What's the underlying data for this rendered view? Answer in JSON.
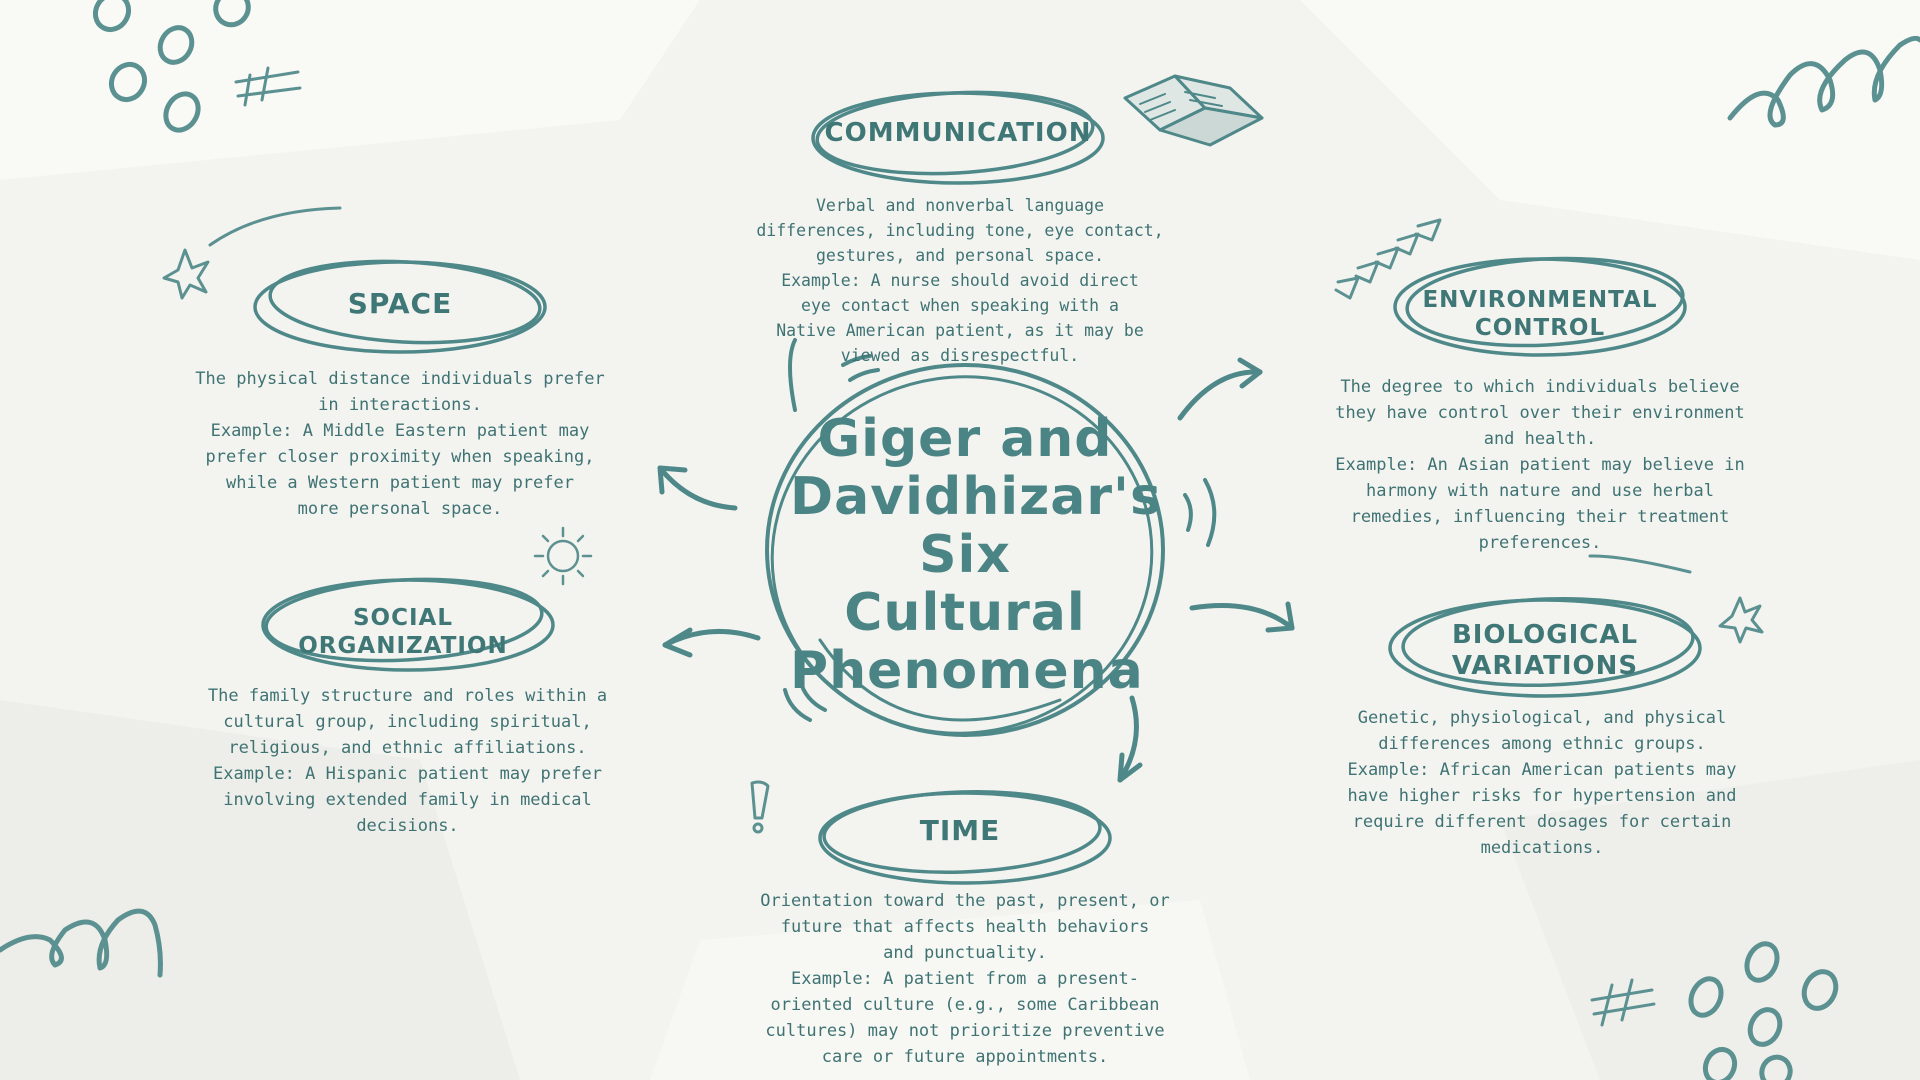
{
  "title_lines": [
    "Giger and",
    "Davidhizar's",
    "Six Cultural",
    "Phenomena"
  ],
  "nodes": {
    "communication": {
      "label": [
        "COMMUNICATION"
      ],
      "description": [
        "Verbal and nonverbal language",
        "differences, including tone, eye contact,",
        "gestures, and personal space.",
        "Example: A nurse should avoid direct",
        "eye contact when speaking with a",
        "Native American patient, as it may be",
        "viewed as disrespectful."
      ]
    },
    "space": {
      "label": [
        "SPACE"
      ],
      "description": [
        "The physical distance individuals prefer",
        "in interactions.",
        "Example: A Middle Eastern patient may",
        "prefer closer proximity when speaking,",
        "while a Western patient may prefer",
        "more personal space."
      ]
    },
    "social_organization": {
      "label": [
        "SOCIAL",
        "ORGANIZATION"
      ],
      "description": [
        "The family structure and roles within a",
        "cultural group, including spiritual,",
        "religious, and ethnic affiliations.",
        "Example: A Hispanic patient may prefer",
        "involving extended family in medical",
        "decisions."
      ]
    },
    "time": {
      "label": [
        "TIME"
      ],
      "description": [
        "Orientation toward the past, present, or",
        "future that affects health behaviors",
        "and punctuality.",
        "Example: A patient from a present-",
        "oriented culture (e.g., some Caribbean",
        "cultures) may not prioritize preventive",
        "care or future appointments."
      ]
    },
    "environmental_control": {
      "label": [
        "ENVIRONMENTAL",
        "CONTROL"
      ],
      "description": [
        "The degree to which individuals believe",
        "they have control over their environment",
        "and health.",
        "Example: An Asian patient may believe in",
        "harmony with nature and use herbal",
        "remedies, influencing their treatment",
        "preferences."
      ]
    },
    "biological_variations": {
      "label": [
        "BIOLOGICAL",
        "VARIATIONS"
      ],
      "description": [
        "Genetic, physiological, and physical",
        "differences among ethnic groups.",
        "Example: African American patients may",
        "have higher risks for hypertension and",
        "require different dosages for certain",
        "medications."
      ]
    }
  },
  "colors": {
    "background": "#f3f3f0",
    "ink": "#3f7676",
    "accent": "#5c9191"
  },
  "decorations": [
    "circle-doodles",
    "hash-doodle",
    "star-icon",
    "open-book-icon",
    "chevron-arrows-icon",
    "sun-icon",
    "exclamation-icon",
    "loop-doodle",
    "sound-wave-lines"
  ]
}
